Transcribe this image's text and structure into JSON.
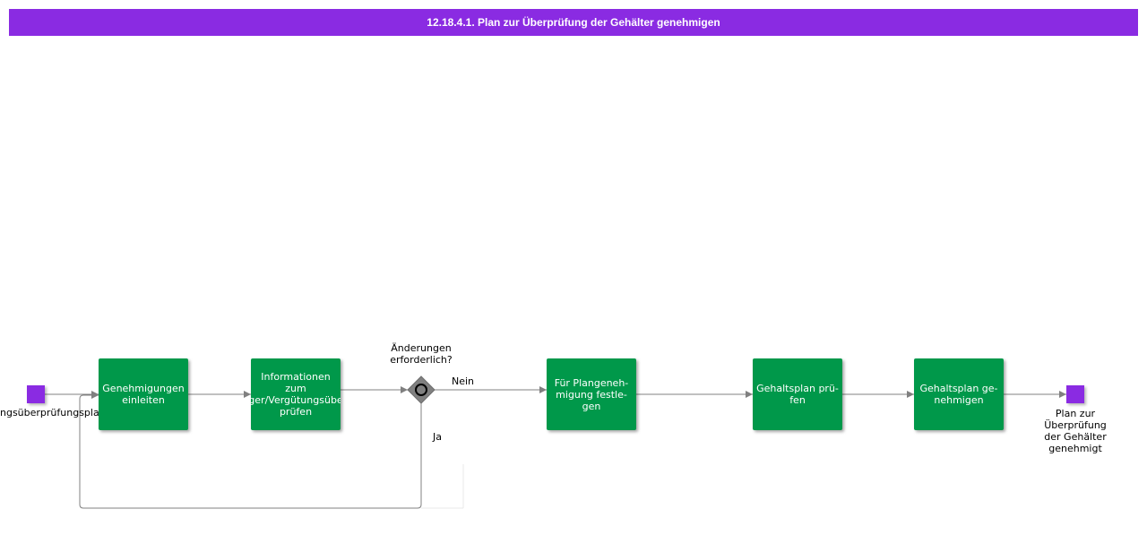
{
  "title": "12.18.4.1. Plan zur Überprüfung der Gehälter genehmigen",
  "start_event": {
    "label": "ngsüberprüfungspla"
  },
  "tasks": [
    {
      "label": "Genehmigungen\neinleiten"
    },
    {
      "label": "Informationen\nzum\nger/Vergütungsübe\nprüfen"
    },
    {
      "label": "Für Plangeneh-\nmigung festle-\ngen"
    },
    {
      "label": "Gehaltsplan prü-\nfen"
    },
    {
      "label": "Gehaltsplan ge-\nnehmigen"
    }
  ],
  "gateway": {
    "label": "Änderungen\nerforderlich?",
    "no_label": "Nein",
    "yes_label": "Ja"
  },
  "end_event": {
    "label": "Plan zur\nÜberprüfung\nder Gehälter\ngenehmigt"
  },
  "colors": {
    "header": "#8a2be2",
    "task": "#00984a",
    "event": "#8a2be2",
    "gateway": "#808080",
    "connector": "#808080"
  }
}
